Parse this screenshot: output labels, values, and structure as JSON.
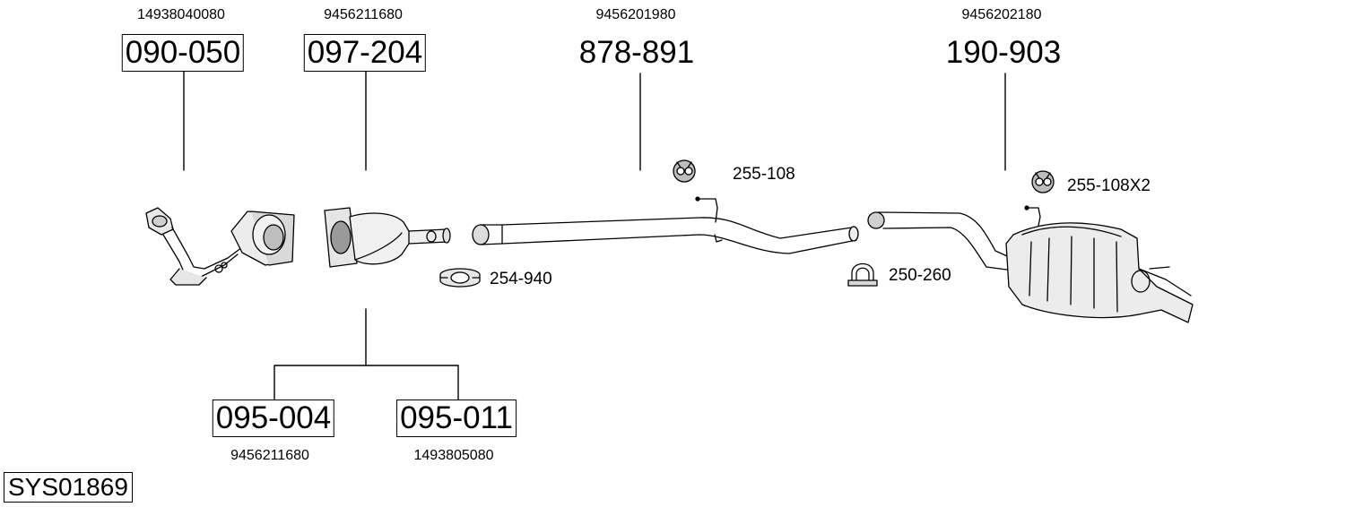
{
  "parts": [
    {
      "number": "090-050",
      "oem": "14938040080",
      "boxed": true
    },
    {
      "number": "097-204",
      "oem": "9456211680",
      "boxed": true
    },
    {
      "number": "878-891",
      "oem": "9456201980",
      "boxed": false
    },
    {
      "number": "190-903",
      "oem": "9456202180",
      "boxed": false
    },
    {
      "number": "095-004",
      "oem": "9456211680",
      "boxed": true
    },
    {
      "number": "095-011",
      "oem": "1493805080",
      "boxed": true
    }
  ],
  "accessories": [
    {
      "code": "255-108",
      "icon": "rubber-hanger-icon"
    },
    {
      "code": "255-108X2",
      "icon": "rubber-hanger-icon"
    },
    {
      "code": "254-940",
      "icon": "flange-clamp-icon"
    },
    {
      "code": "250-260",
      "icon": "u-bolt-clamp-icon"
    }
  ],
  "system_code": "SYS01869"
}
